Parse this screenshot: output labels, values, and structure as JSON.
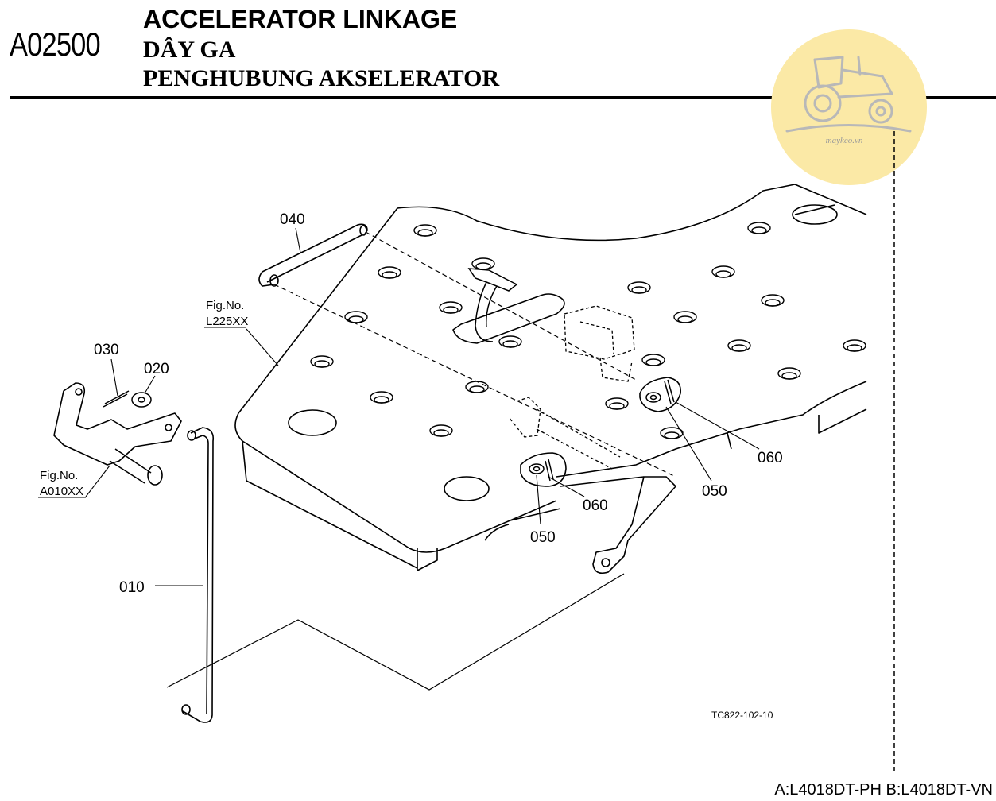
{
  "header": {
    "code": "A02500",
    "title_en": "ACCELERATOR LINKAGE",
    "title_vi": "DÂY GA",
    "title_ms": "PENGHUBUNG AKSELERATOR"
  },
  "watermark": {
    "text": "maykeo.vn",
    "bg_color": "#fbe9a6"
  },
  "callouts": {
    "p010": "010",
    "p020": "020",
    "p030": "030",
    "p040": "040",
    "p050a": "050",
    "p050b": "050",
    "p060a": "060",
    "p060b": "060"
  },
  "fig_refs": {
    "l225": {
      "label": "Fig.No.",
      "code": "L225XX"
    },
    "a010": {
      "label": "Fig.No.",
      "code": "A010XX"
    }
  },
  "drawing_code": "TC822-102-10",
  "footer": "A:L4018DT-PH B:L4018DT-VN"
}
